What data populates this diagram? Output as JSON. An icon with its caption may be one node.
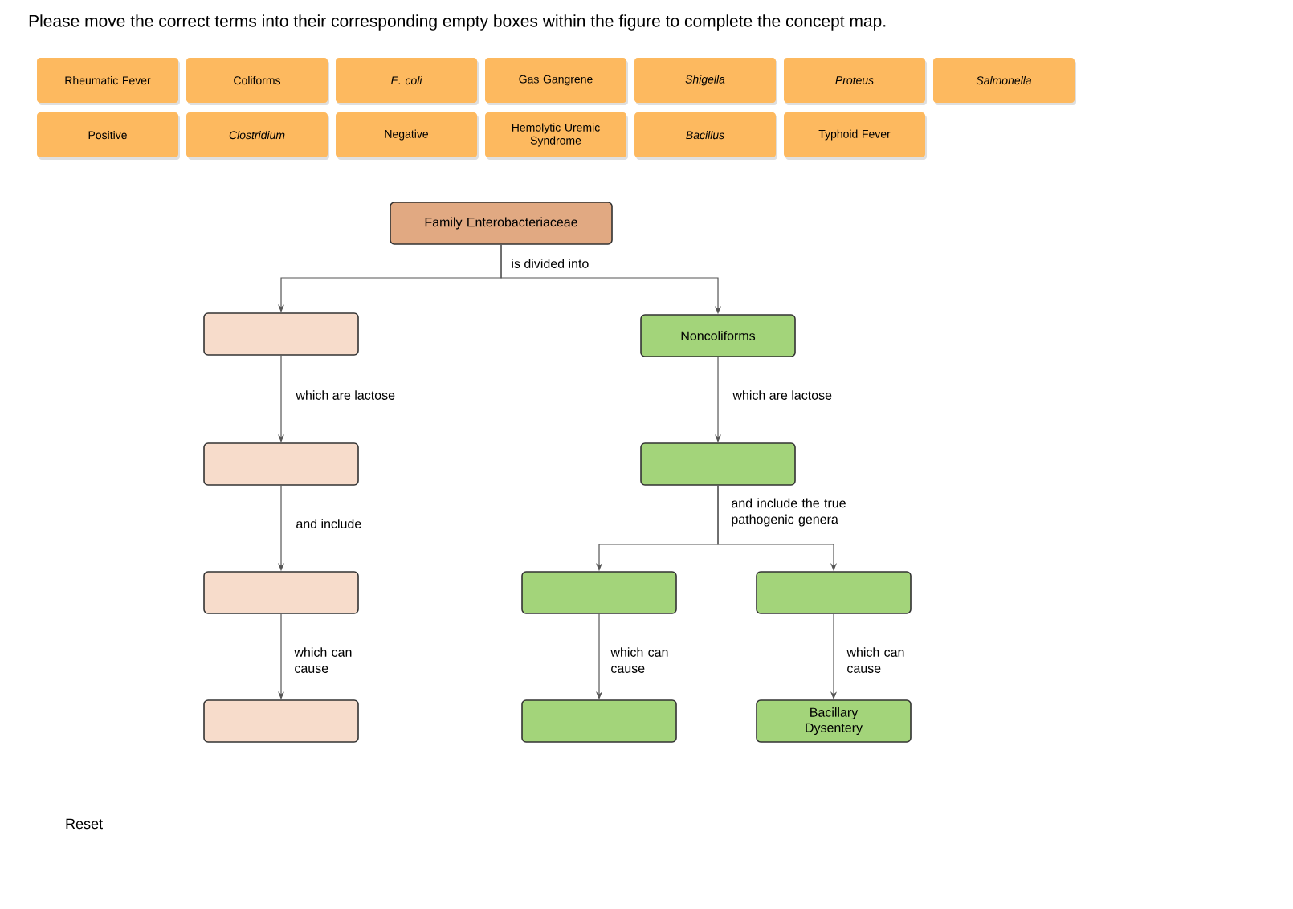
{
  "diagram": {
    "title": "Please move the correct terms into their corresponding empty boxes within the figure to complete the concept map.",
    "nodes": [
      {
        "text": [
          "Rheumatic Fever"
        ]
      },
      {
        "text": [
          "Coliforms"
        ]
      },
      {
        "text": [
          "E. coli"
        ]
      },
      {
        "text": [
          "Gas Gangrene"
        ]
      },
      {
        "text": [
          "Shigella"
        ]
      },
      {
        "text": [
          "Proteus"
        ]
      },
      {
        "text": [
          "Salmonella"
        ]
      },
      {
        "text": [
          "Positive"
        ]
      },
      {
        "text": [
          "Clostridium"
        ]
      },
      {
        "text": [
          "Negative"
        ]
      },
      {
        "text": [
          "Hemolytic Uremic Syndrome"
        ]
      },
      {
        "text": [
          "Bacillus"
        ]
      },
      {
        "text": [
          "Typhoid Fever"
        ]
      },
      {
        "text": [
          "Family Enterobacteriaceae"
        ]
      },
      {
        "text": [],
        "shape": "box"
      },
      {
        "text": [
          "Noncoliforms"
        ]
      },
      {
        "text": [],
        "shape": "box"
      },
      {
        "text": [],
        "shape": "box"
      },
      {
        "text": [],
        "shape": "box"
      },
      {
        "text": [],
        "shape": "box"
      },
      {
        "text": [],
        "shape": "box"
      },
      {
        "text": [],
        "shape": "box"
      },
      {
        "text": [],
        "shape": "box"
      },
      {
        "text": [
          "Bacillary Dysentery"
        ]
      }
    ],
    "edges": [
      {
        "from": 13,
        "to": 14,
        "arrow": "to",
        "label": "is divided into"
      },
      {
        "from": 13,
        "to": 15,
        "arrow": "to"
      },
      {
        "from": 14,
        "to": 16,
        "arrow": "to",
        "label": "which are lactose"
      },
      {
        "from": 15,
        "to": 17,
        "arrow": "to",
        "label": "which are lactose"
      },
      {
        "from": 16,
        "to": 18,
        "arrow": "to",
        "label": "and include"
      },
      {
        "from": 17,
        "to": 19,
        "arrow": "to",
        "label": "and include the true pathogenic genera"
      },
      {
        "from": 17,
        "to": 20,
        "arrow": "to"
      },
      {
        "from": 18,
        "to": 21,
        "arrow": "to",
        "label": "which can cause"
      },
      {
        "from": 19,
        "to": 22,
        "arrow": "to",
        "label": "which can cause"
      },
      {
        "from": 20,
        "to": 23,
        "arrow": "to",
        "label": "which can cause"
      }
    ],
    "labels": [
      "Reset"
    ]
  }
}
